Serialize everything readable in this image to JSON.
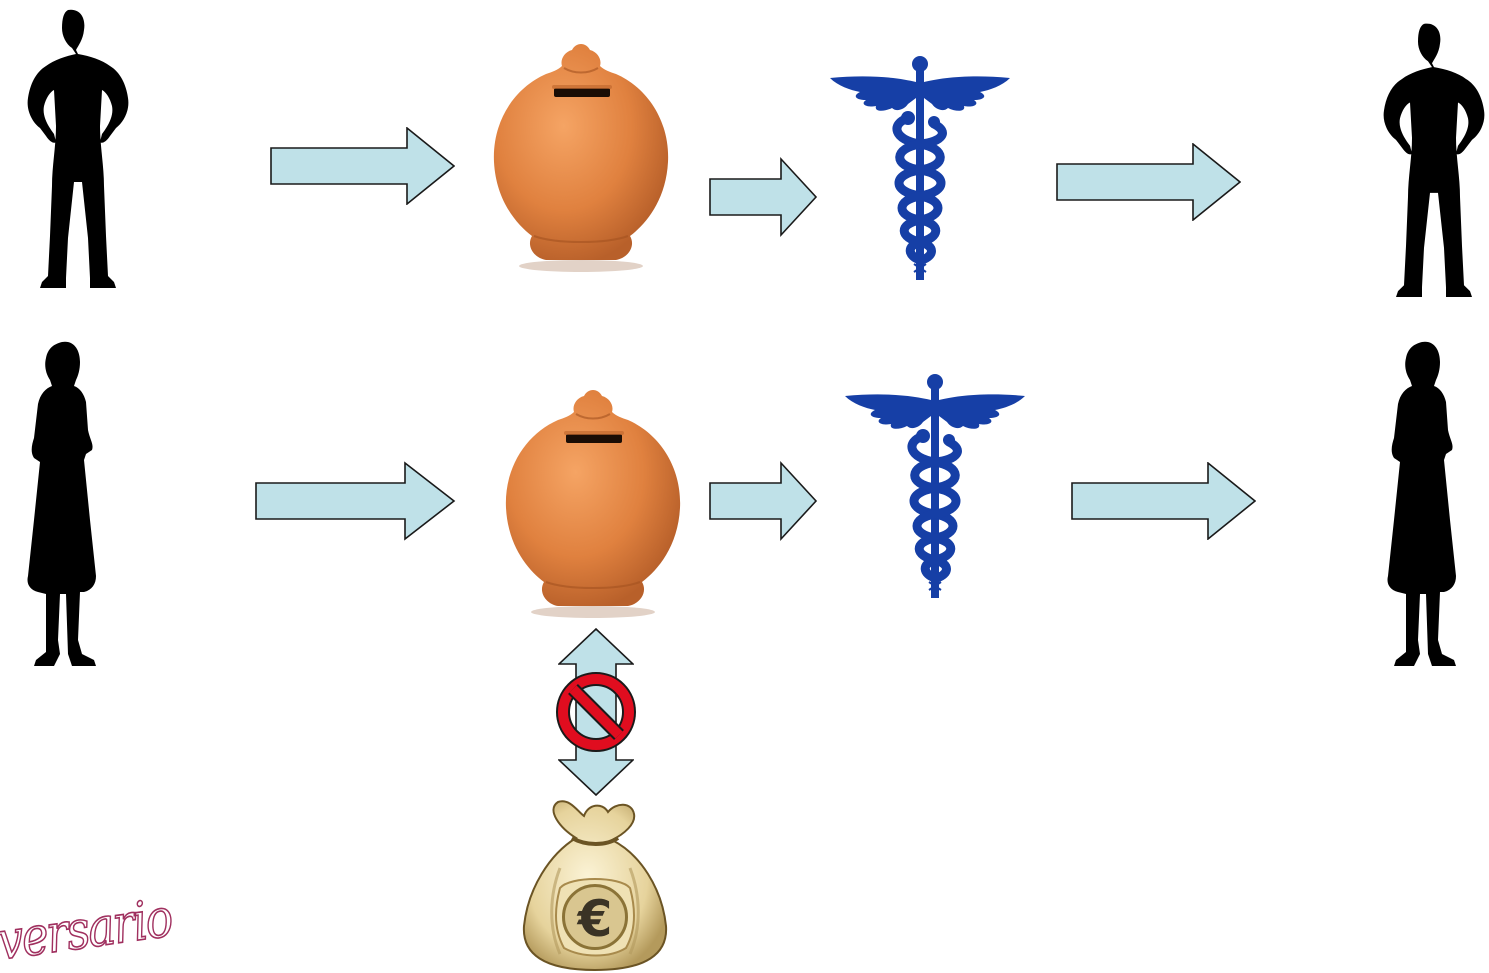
{
  "diagram": {
    "rows": [
      {
        "person": "man",
        "steps": [
          "person",
          "arrow",
          "piggy-bank",
          "arrow",
          "caduceus",
          "arrow",
          "person"
        ]
      },
      {
        "person": "woman",
        "steps": [
          "person",
          "arrow",
          "piggy-bank",
          "arrow",
          "caduceus",
          "arrow",
          "person"
        ]
      }
    ],
    "blocked_link": {
      "from": "piggy-bank",
      "to": "money-bag",
      "symbol": "prohibited-sign"
    },
    "money_bag_symbol": "€",
    "watermark": "versario"
  },
  "colors": {
    "arrow_fill": "#bfe1e8",
    "arrow_stroke": "#1a1a1a",
    "pot": "#e0813f",
    "caduceus": "#163fa6",
    "prohibit": "#e00d1f",
    "silhouette": "#000000",
    "bag": "#e8d8a4"
  }
}
